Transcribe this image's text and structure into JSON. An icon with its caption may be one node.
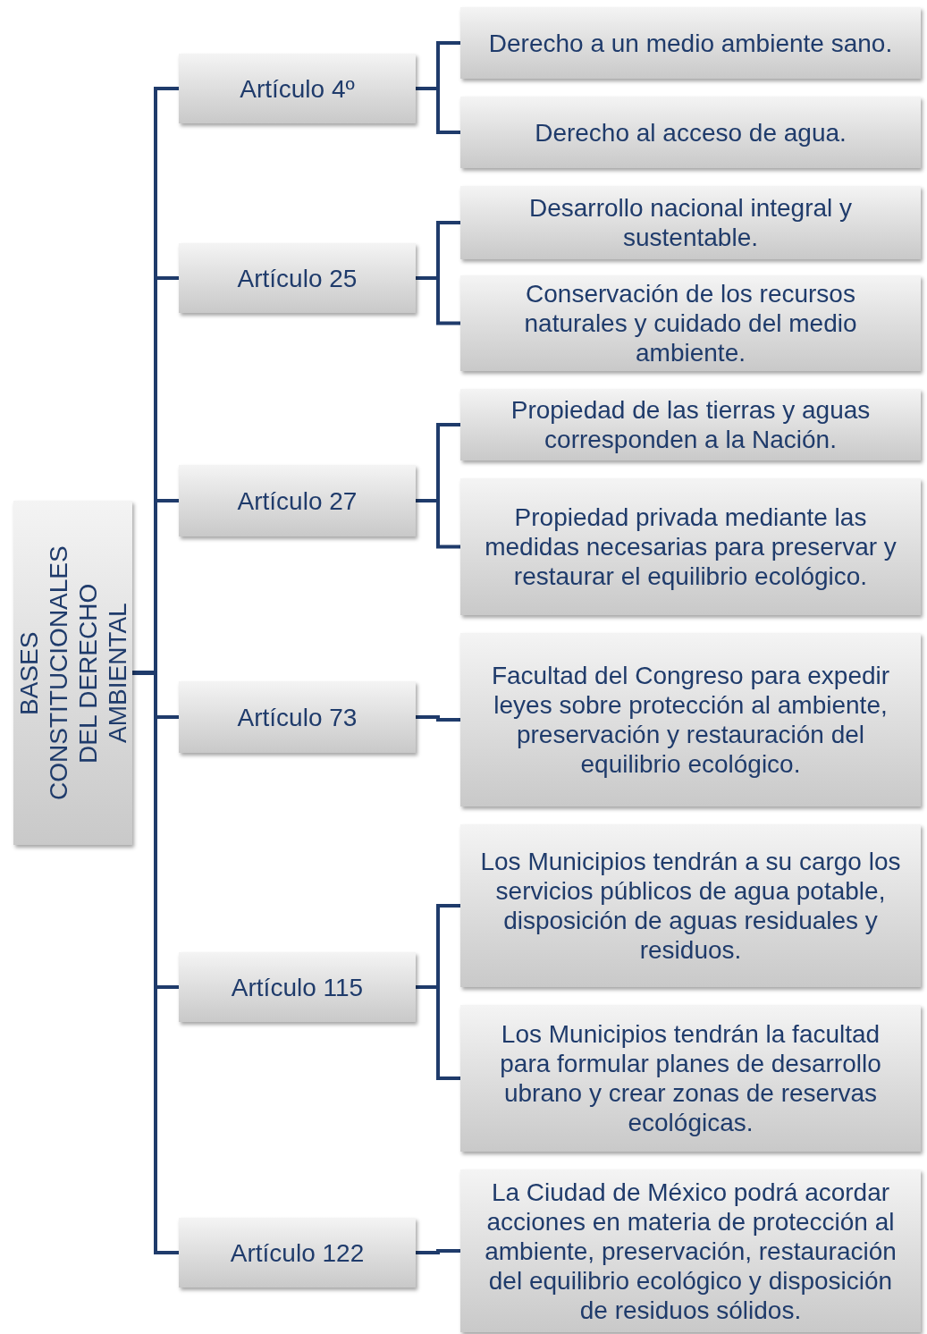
{
  "diagram": {
    "nodes": [
      {
        "text": [
          "BASES CONSTITUCIONALES DEL DERECHO AMBIENTAL"
        ]
      },
      {
        "text": [
          "Artículo 4º"
        ]
      },
      {
        "text": [
          "Derecho a un medio ambiente sano."
        ]
      },
      {
        "text": [
          "Derecho al acceso de agua."
        ]
      },
      {
        "text": [
          "Artículo 25"
        ]
      },
      {
        "text": [
          "Desarrollo nacional integral y sustentable."
        ]
      },
      {
        "text": [
          "Conservación de los recursos naturales y cuidado del medio ambiente."
        ]
      },
      {
        "text": [
          "Artículo 27"
        ]
      },
      {
        "text": [
          "Propiedad de las tierras y aguas corresponden a la Nación."
        ]
      },
      {
        "text": [
          "Propiedad privada mediante las medidas necesarias para preservar y restaurar el equilibrio ecológico."
        ]
      },
      {
        "text": [
          "Artículo 73"
        ]
      },
      {
        "text": [
          "Facultad del Congreso para expedir leyes sobre protección al ambiente, preservación y restauración del equilibrio ecológico."
        ]
      },
      {
        "text": [
          "Artículo 115"
        ]
      },
      {
        "text": [
          "Los Municipios tendrán a su cargo los servicios públicos de agua potable, disposición de aguas residuales y residuos."
        ]
      },
      {
        "text": [
          "Los Municipios tendrán la facultad para formular planes de desarrollo ubrano y crear zonas de reservas ecológicas."
        ]
      },
      {
        "text": [
          "Artículo 122"
        ]
      },
      {
        "text": [
          "La Ciudad de México podrá acordar acciones en materia de protección al ambiente, preservación, restauración del equilibrio ecológico y disposición de residuos sólidos."
        ]
      }
    ],
    "edges": [
      {
        "from": 0,
        "to": 1,
        "arrow": "none"
      },
      {
        "from": 0,
        "to": 4,
        "arrow": "none"
      },
      {
        "from": 0,
        "to": 7,
        "arrow": "none"
      },
      {
        "from": 0,
        "to": 10,
        "arrow": "none"
      },
      {
        "from": 0,
        "to": 12,
        "arrow": "none"
      },
      {
        "from": 0,
        "to": 15,
        "arrow": "none"
      },
      {
        "from": 1,
        "to": 2,
        "arrow": "none"
      },
      {
        "from": 1,
        "to": 3,
        "arrow": "none"
      },
      {
        "from": 4,
        "to": 5,
        "arrow": "none"
      },
      {
        "from": 4,
        "to": 6,
        "arrow": "none"
      },
      {
        "from": 7,
        "to": 8,
        "arrow": "none"
      },
      {
        "from": 7,
        "to": 9,
        "arrow": "none"
      },
      {
        "from": 10,
        "to": 11,
        "arrow": "none"
      },
      {
        "from": 12,
        "to": 13,
        "arrow": "none"
      },
      {
        "from": 12,
        "to": 14,
        "arrow": "none"
      },
      {
        "from": 15,
        "to": 16,
        "arrow": "none"
      }
    ]
  }
}
